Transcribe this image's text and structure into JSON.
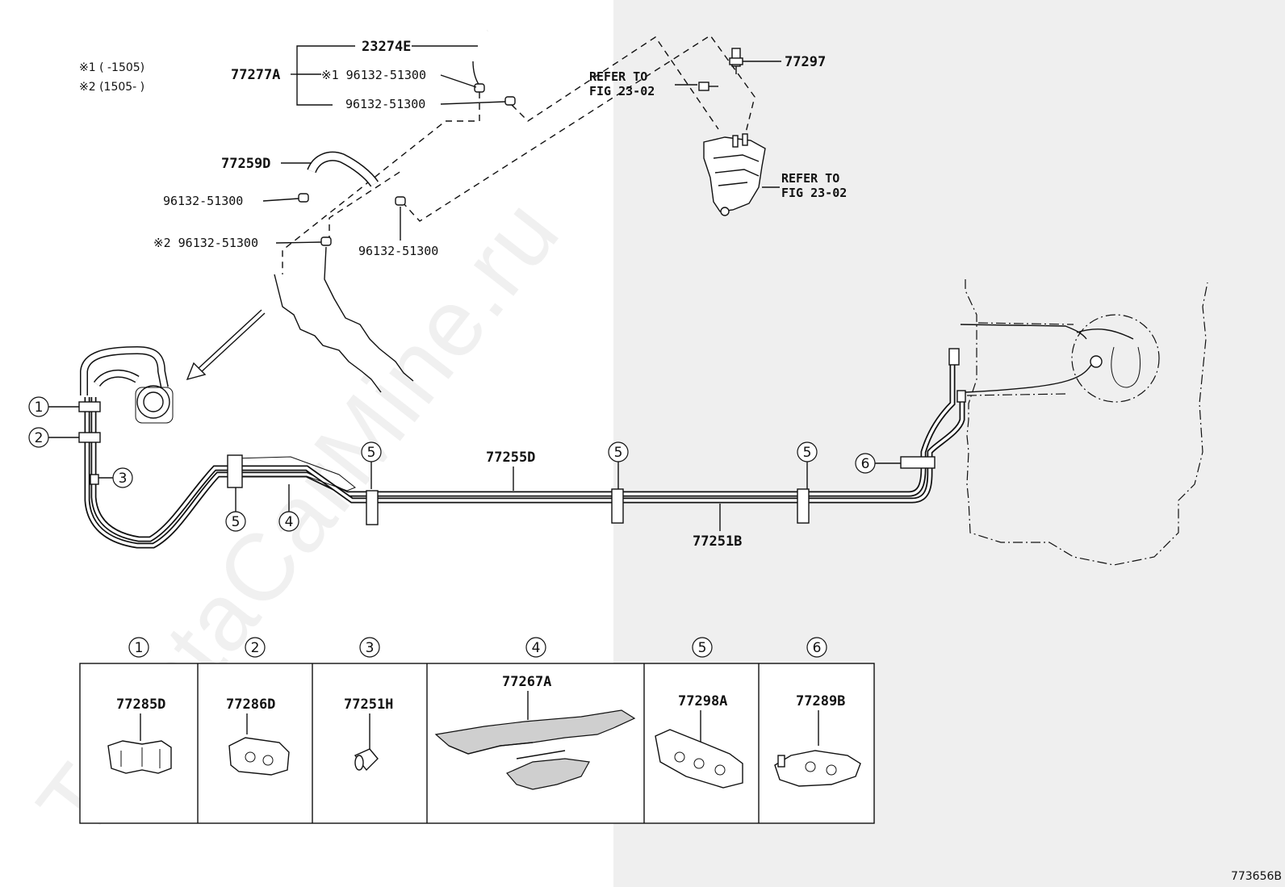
{
  "notes": {
    "note1": "※1 (       -1505)",
    "note2": "※2 (1505-        )"
  },
  "parts": {
    "p23274E": "23274E",
    "p77277A": "77277A",
    "clamp_n1": "※1 96132-51300",
    "clamp_a": "96132-51300",
    "p77259D": "77259D",
    "clamp_b": "96132-51300",
    "clamp_n2": "※2 96132-51300",
    "clamp_c": "96132-51300",
    "p77297": "77297",
    "p77255D": "77255D",
    "p77251B": "77251B"
  },
  "refs": {
    "ref1_line1": "REFER TO",
    "ref1_line2": "FIG 23-02",
    "ref2_line1": "REFER TO",
    "ref2_line2": "FIG 23-02"
  },
  "callouts": {
    "c1": "1",
    "c2": "2",
    "c3": "3",
    "c4": "4",
    "c5a": "5",
    "c5b": "5",
    "c5c": "5",
    "c5d": "5",
    "c6": "6"
  },
  "legend": [
    {
      "num": "1",
      "part": "77285D"
    },
    {
      "num": "2",
      "part": "77286D"
    },
    {
      "num": "3",
      "part": "77251H"
    },
    {
      "num": "4",
      "part": "77267A"
    },
    {
      "num": "5",
      "part": "77298A"
    },
    {
      "num": "6",
      "part": "77289B"
    }
  ],
  "figure_id": "773656B",
  "watermark": "ToyotaCarMine.ru"
}
